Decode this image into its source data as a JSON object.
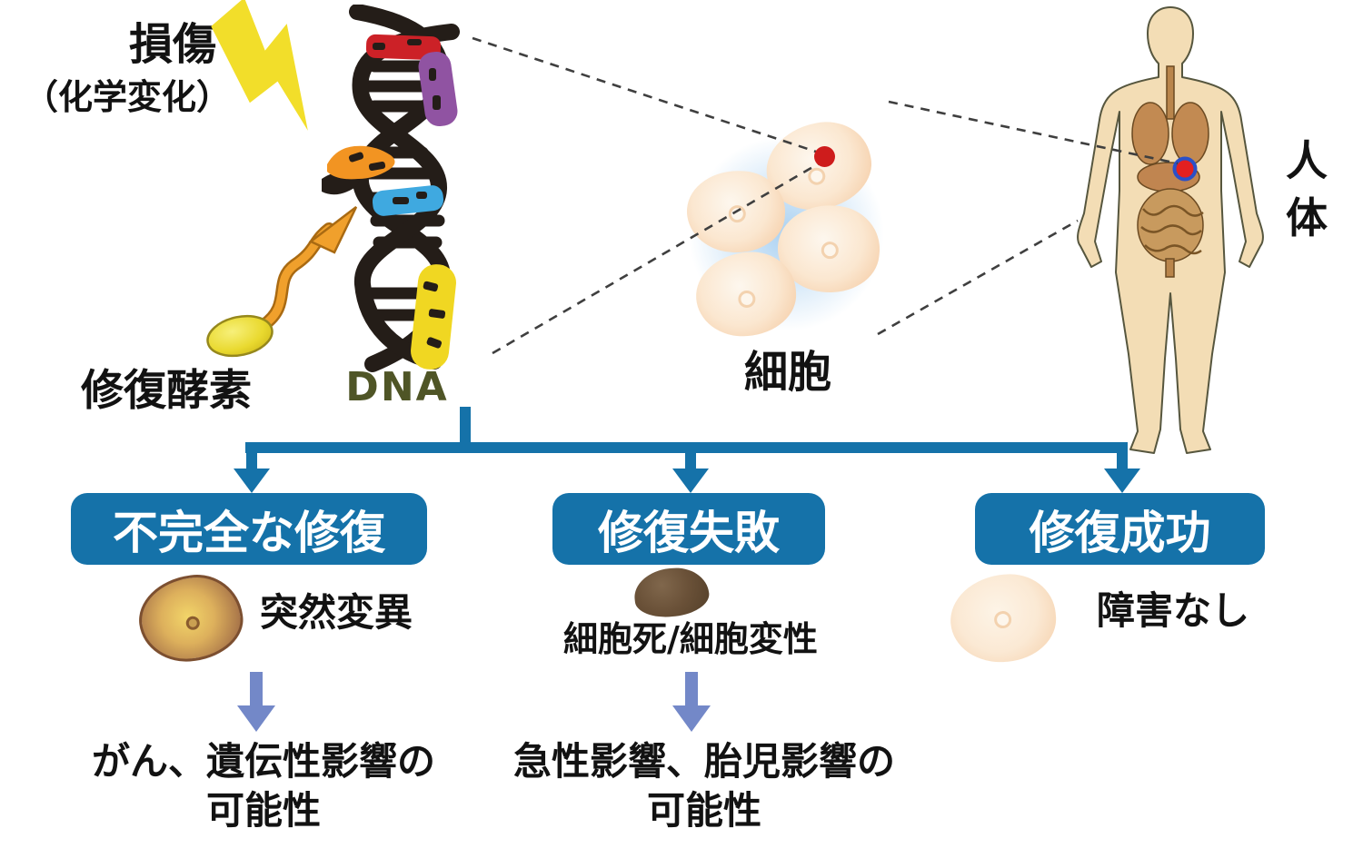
{
  "top_left": {
    "damage_label": "損傷",
    "damage_sub_label": "（化学変化）",
    "repair_enzyme_label": "修復酵素",
    "dna_label": "DNA"
  },
  "middle": {
    "cell_label": "細胞",
    "body_label": "人体"
  },
  "flowchart": {
    "branches": [
      {
        "box_label": "不完全な修復",
        "result_label": "突然変異",
        "outcome_line1": "がん、遺伝性影響の",
        "outcome_line2": "可能性"
      },
      {
        "box_label": "修復失敗",
        "result_label": "細胞死/細胞変性",
        "outcome_line1": "急性影響、胎児影響の",
        "outcome_line2": "可能性"
      },
      {
        "box_label": "修復成功",
        "result_label": "障害なし"
      }
    ]
  },
  "icons": {
    "lightning": "lightning-bolt",
    "dna": "dna-double-helix",
    "enzyme": "repair-enzyme-spoon-arrow",
    "cells": "cell-cluster",
    "body": "human-body-with-organs",
    "marker": "damage-red-dot"
  },
  "colors": {
    "flow_blue": "#1572a9",
    "result_arrow_blue": "#7388c8",
    "lightning_yellow": "#f2de2a",
    "enzyme_yellow": "#e9d92f",
    "enzyme_arrow_orange": "#f0a02c",
    "dna_black": "#241d18",
    "dna_text_olive": "#4f5526",
    "damage_red": "#cc2127",
    "damage_purple": "#9053a2",
    "damage_orange": "#f29422",
    "damage_blue": "#3fa9e0",
    "damage_yellow": "#f0d722",
    "cell_peach": "#fbe7d0",
    "mutated_brown": "#aa774a",
    "dead_brown": "#6a5138",
    "body_skin": "#f3ddb5",
    "marker_red": "#ce1c1c"
  }
}
